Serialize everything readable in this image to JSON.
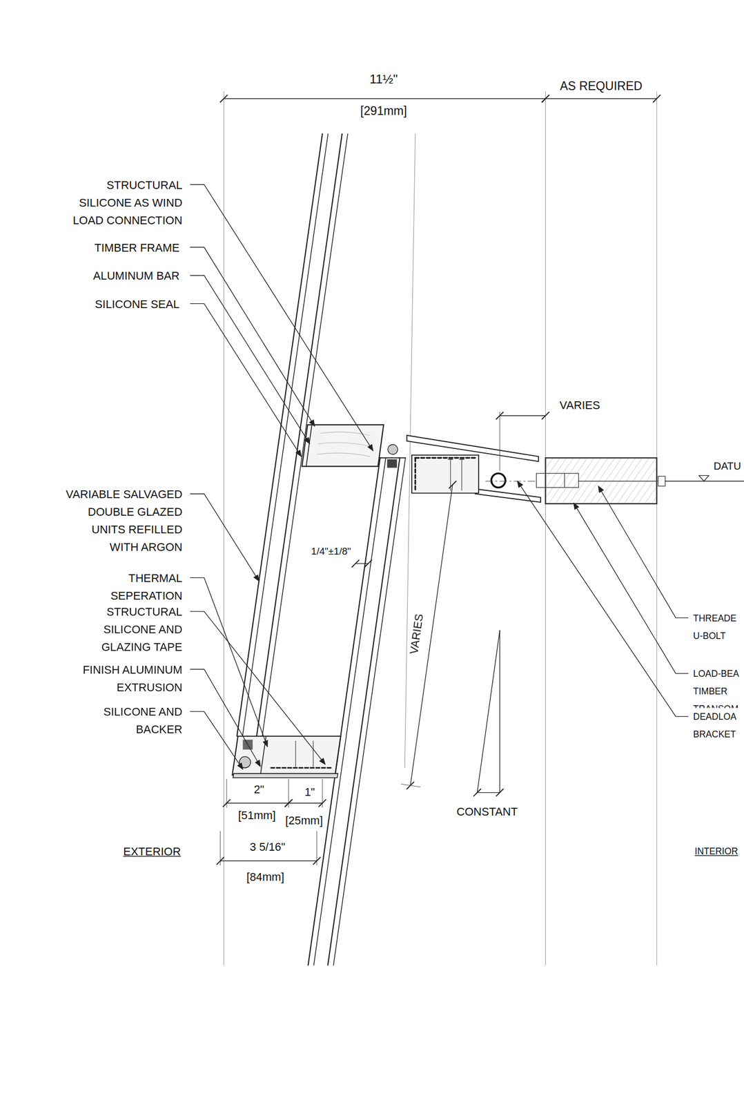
{
  "diagram": {
    "labels": [
      "11½\"",
      "[291mm]",
      "AS REQUIRED",
      "STRUCTURAL SILICONE AS WIND LOAD CONNECTION",
      "TIMBER FRAME",
      "ALUMINUM BAR",
      "SILICONE SEAL",
      "VARIES",
      "DATU",
      "VARIABLE SALVAGED DOUBLE GLAZED UNITS REFILLED WITH ARGON",
      "1/4\"±1/8\"",
      "VARIES",
      "THERMAL SEPERATION",
      "STRUCTURAL SILICONE AND GLAZING TAPE",
      "FINISH ALUMINUM EXTRUSION",
      "SILICONE AND BACKER",
      "THREADE U-BOLT",
      "LOAD-BEA TIMBER TRANSOM",
      "DEADLOA BRACKET",
      "2\"",
      "[51mm]",
      "1\"",
      "[25mm]",
      "3 5/16\"",
      "[84mm]",
      "CONSTANT",
      "EXTERIOR",
      "INTERIOR"
    ]
  }
}
